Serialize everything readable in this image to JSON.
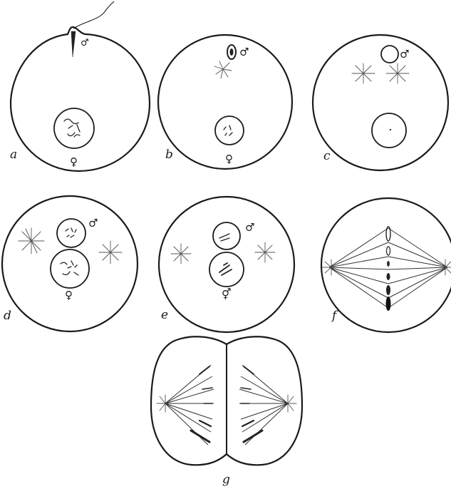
{
  "figure": {
    "panels": [
      {
        "id": "a",
        "label": "a",
        "symbols": [
          "♂",
          "♀"
        ]
      },
      {
        "id": "b",
        "label": "b",
        "symbols": [
          "♂",
          "♀"
        ]
      },
      {
        "id": "c",
        "label": "c",
        "symbols": [
          "♂"
        ]
      },
      {
        "id": "d",
        "label": "d",
        "symbols": [
          "♂",
          "♀"
        ]
      },
      {
        "id": "e",
        "label": "e",
        "symbols": [
          "♂",
          "⚥"
        ]
      },
      {
        "id": "f",
        "label": "f",
        "symbols": []
      },
      {
        "id": "g",
        "label": "g",
        "symbols": []
      }
    ]
  }
}
